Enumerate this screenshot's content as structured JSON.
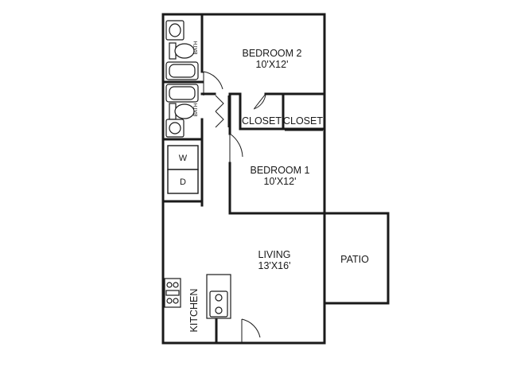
{
  "rooms": {
    "bedroom2": {
      "name": "BEDROOM 2",
      "size": "10'X12'"
    },
    "bedroom1": {
      "name": "BEDROOM 1",
      "size": "10'X12'"
    },
    "living": {
      "name": "LIVING",
      "size": "13'X16'"
    },
    "patio": {
      "name": "PATIO"
    },
    "kitchen": {
      "name": "KITCHEN"
    },
    "closet_left": {
      "name": "CLOSET"
    },
    "closet_right": {
      "name": "CLOSET"
    },
    "bath_upper": {
      "name": "BATH"
    },
    "bath_lower": {
      "name": "BATH"
    }
  },
  "appliances": {
    "washer": "W",
    "dryer": "D"
  },
  "icons": [
    "toilet-icon",
    "sink-icon",
    "bathtub-icon",
    "stove-icon",
    "door-swing-icon"
  ]
}
